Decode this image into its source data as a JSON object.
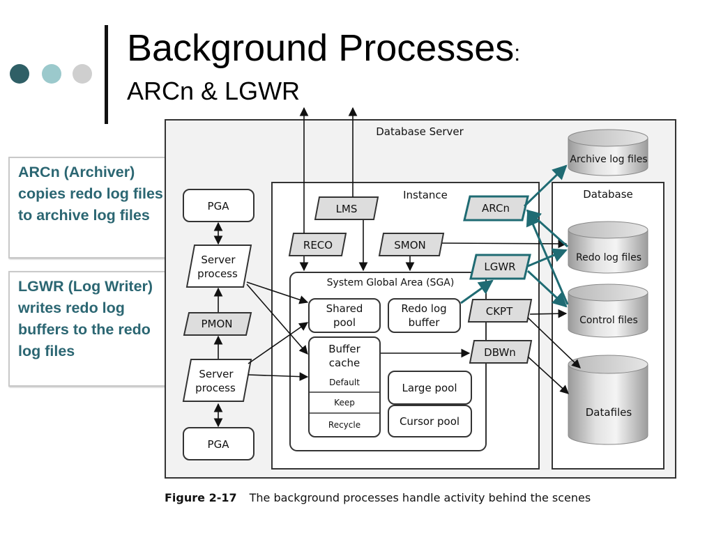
{
  "slide": {
    "title": "Background Processes",
    "title_colon": ":",
    "subtitle": "ARCn & LGWR",
    "bullet_dot_colors": [
      "#2f5f66",
      "#9bc9cc",
      "#cfcfcf"
    ],
    "accent_color": "#1f6b73"
  },
  "notes": {
    "arcn": "ARCn (Archiver) copies redo log files to archive log files",
    "lgwr": "LGWR (Log Writer) writes redo log buffers to the redo log files"
  },
  "diagram": {
    "server_label": "Database Server",
    "instance_label": "Instance",
    "database_label": "Database",
    "sga_label": "System Global Area (SGA)",
    "pga_top": "PGA",
    "pga_bottom": "PGA",
    "server_process_1": [
      "Server",
      "process"
    ],
    "server_process_2": [
      "Server",
      "process"
    ],
    "pmon": "PMON",
    "lms": "LMS",
    "reco": "RECO",
    "smon": "SMON",
    "arcn": "ARCn",
    "lgwr": "LGWR",
    "ckpt": "CKPT",
    "dbwn": "DBWn",
    "shared_pool": [
      "Shared",
      "pool"
    ],
    "redo_log_buffer": [
      "Redo log",
      "buffer"
    ],
    "buffer_cache": [
      "Buffer",
      "cache"
    ],
    "buffer_pools": [
      "Default",
      "Keep",
      "Recycle"
    ],
    "large_pool": "Large pool",
    "cursor_pool": "Cursor pool",
    "archive_log_files": "Archive log files",
    "redo_log_files": "Redo log files",
    "control_files": "Control files",
    "datafiles": "Datafiles"
  },
  "caption": {
    "figure": "Figure 2-17",
    "text": "The background processes handle activity behind the scenes"
  }
}
